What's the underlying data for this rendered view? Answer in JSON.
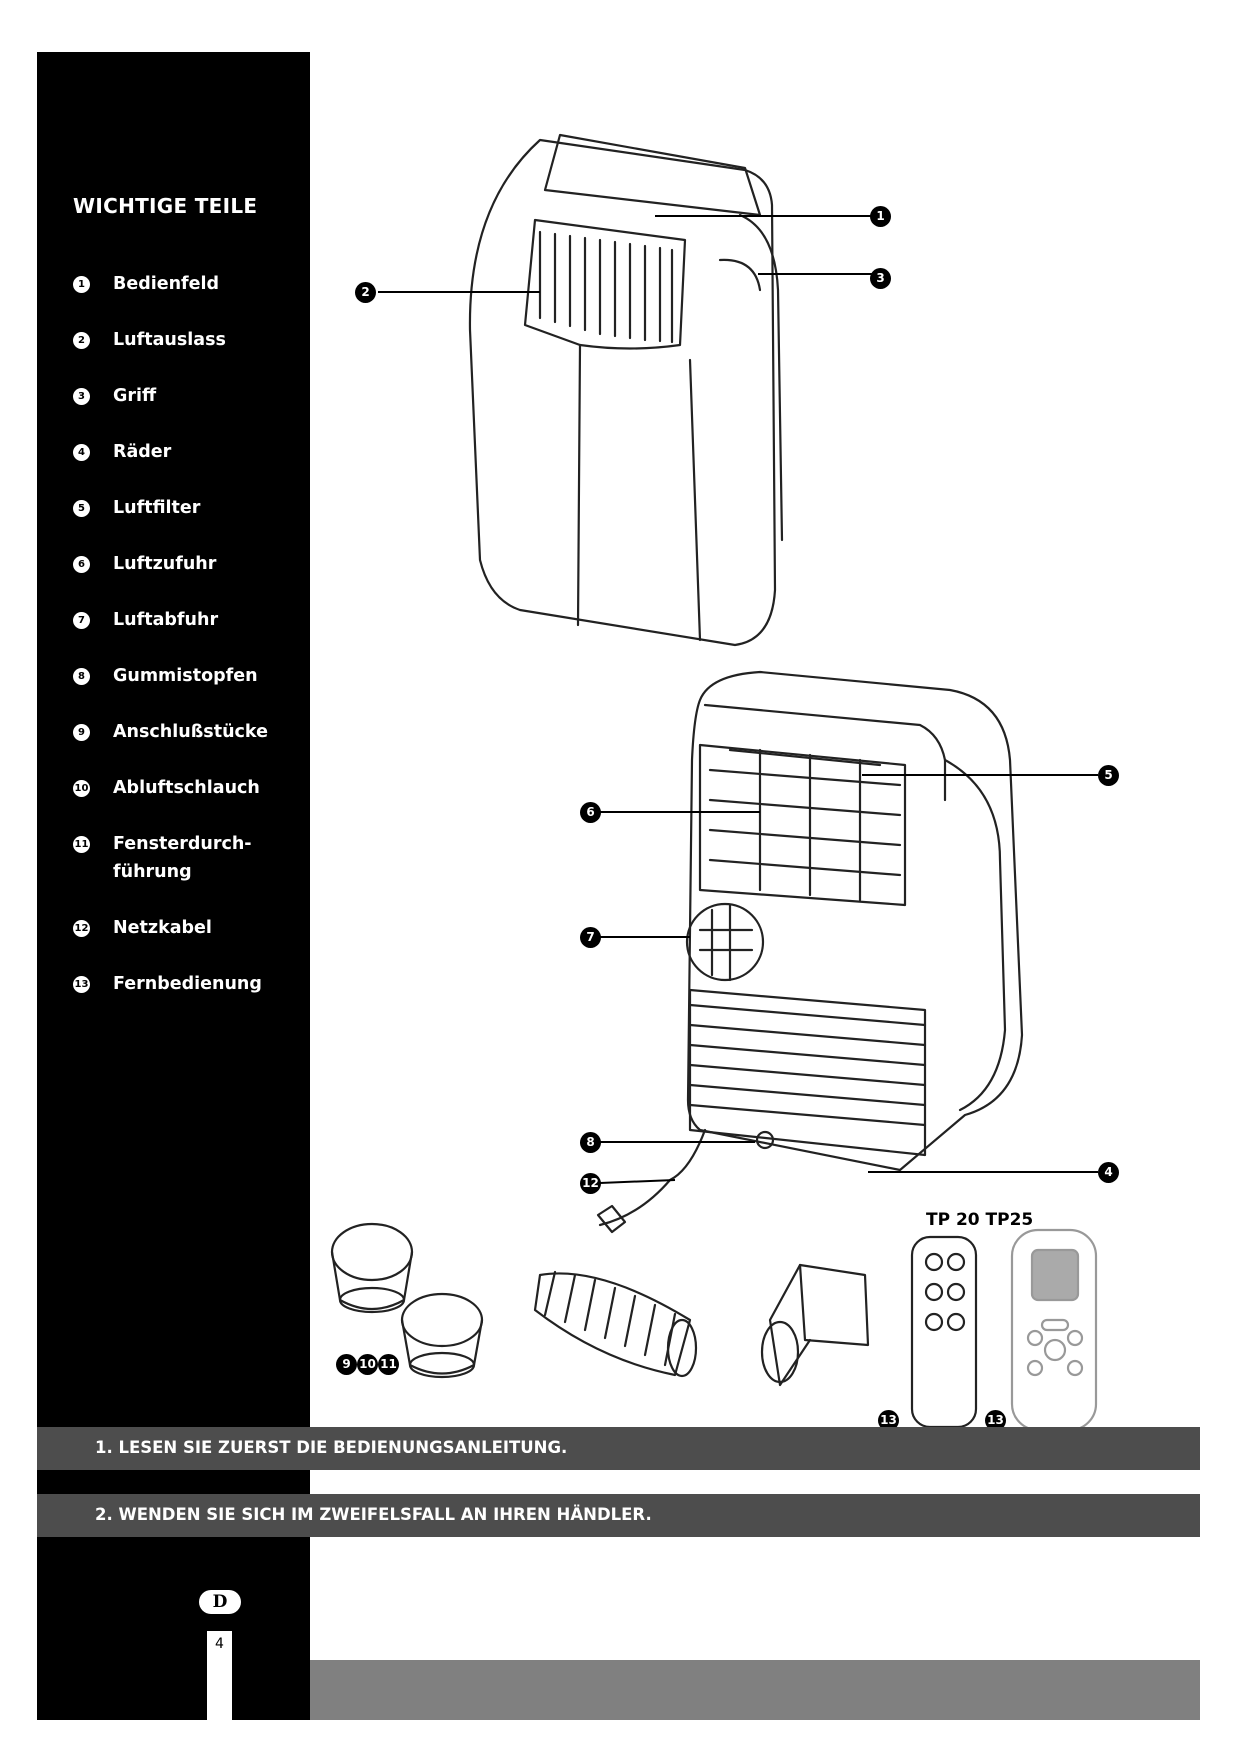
{
  "sidebar": {
    "title": "WICHTIGE TEILE",
    "parts": [
      {
        "num": "1",
        "label": "Bedienfeld"
      },
      {
        "num": "2",
        "label": "Luftauslass"
      },
      {
        "num": "3",
        "label": "Griff"
      },
      {
        "num": "4",
        "label": "Räder"
      },
      {
        "num": "5",
        "label": "Luftfilter"
      },
      {
        "num": "6",
        "label": "Luftzufuhr"
      },
      {
        "num": "7",
        "label": "Luftabfuhr"
      },
      {
        "num": "8",
        "label": "Gummistopfen"
      },
      {
        "num": "9",
        "label": "Anschlußstücke"
      },
      {
        "num": "10",
        "label": "Abluftschlauch"
      },
      {
        "num": "11",
        "label": "Fensterdurch-",
        "label2": "führung"
      },
      {
        "num": "12",
        "label": "Netzkabel"
      },
      {
        "num": "13",
        "label": "Fernbedienung"
      }
    ]
  },
  "figure": {
    "callouts": [
      "1",
      "2",
      "3",
      "4",
      "5",
      "6",
      "7",
      "8",
      "12",
      "9",
      "10",
      "11",
      "13",
      "13"
    ],
    "model_label": "TP 20 TP25"
  },
  "banners": [
    "1. LESEN SIE ZUERST DIE BEDIENUNGSANLEITUNG.",
    "2. WENDEN SIE SICH IM ZWEIFELSFALL AN IHREN HÄNDLER."
  ],
  "footer": {
    "language_badge": "D",
    "page_number": "4"
  }
}
